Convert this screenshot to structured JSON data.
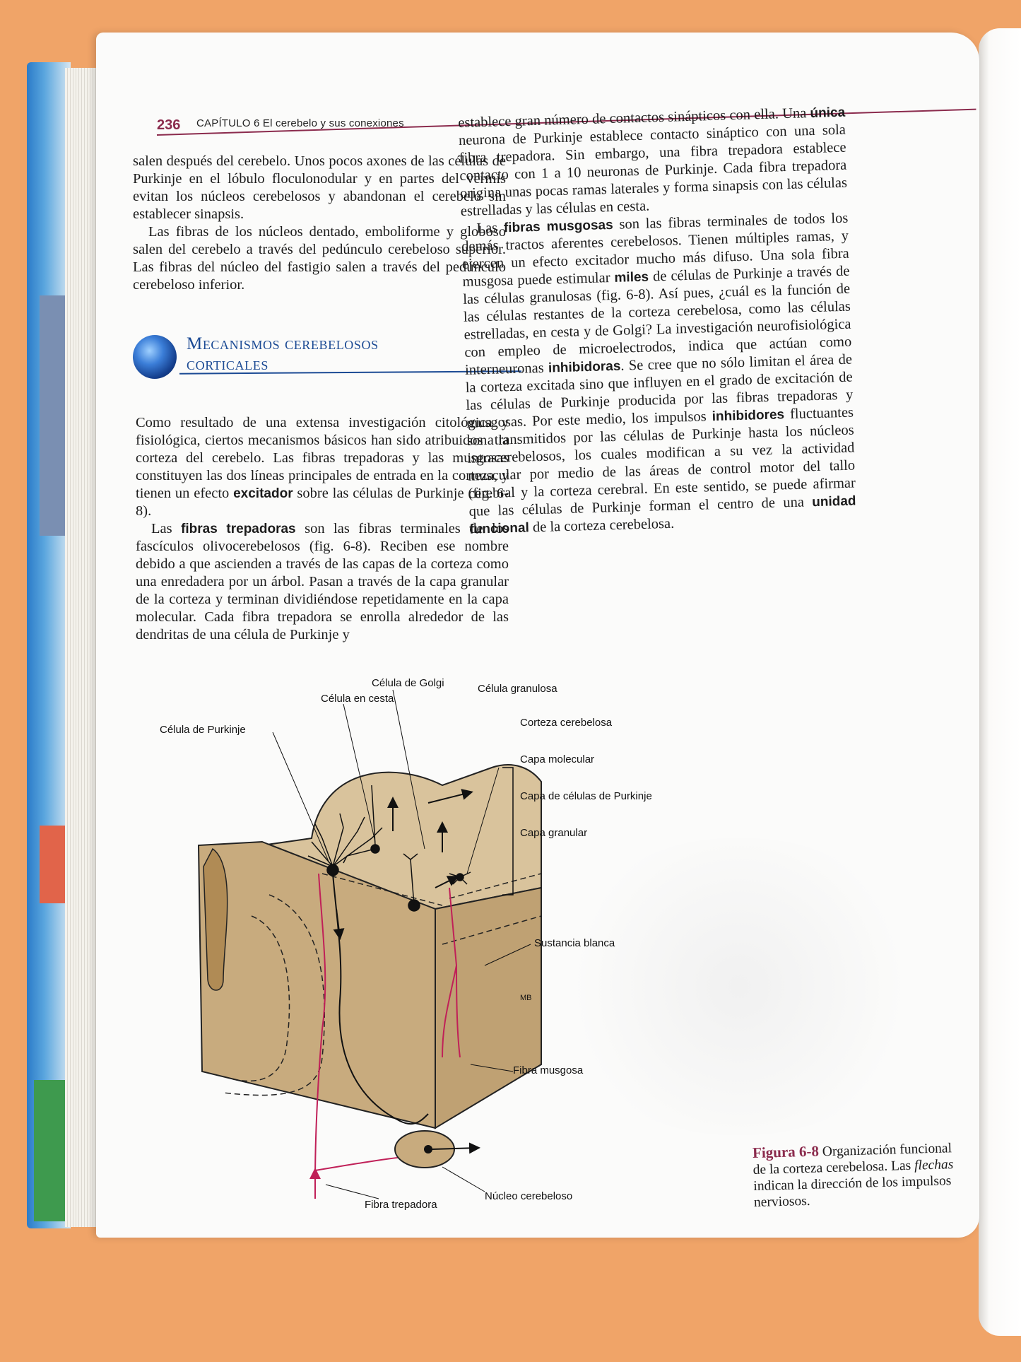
{
  "header": {
    "page_number": "236",
    "chapter": "CAPÍTULO 6  El cerebelo y sus conexiones"
  },
  "left_column": {
    "p1": "salen después del cerebelo. Unos pocos axones de las células de Purkinje en el lóbulo floculonodular y en partes del vermis evitan los núcleos cerebelosos y abandonan el cerebelo sin establecer sinapsis.",
    "p2": "Las fibras de los núcleos dentado, emboliforme y globoso salen del cerebelo a través del pedúnculo cerebeloso superior. Las fibras del núcleo del fastigio salen a través del pedúnculo cerebeloso inferior."
  },
  "section": {
    "title_line1": "Mecanismos cerebelosos",
    "title_line2": "corticales"
  },
  "left_column2": {
    "p3_a": "Como resultado de una extensa investigación citológica y fisiológica, ciertos mecanismos básicos han sido atribuidos a la corteza del cerebelo. Las fibras trepadoras y las musgosas constituyen las dos líneas principales de entrada en la corteza, y tienen un efecto ",
    "p3_bold": "excitador",
    "p3_b": " sobre las células de Purkinje (fig. 6-8).",
    "p4_a": "Las ",
    "p4_bold": "fibras trepadoras",
    "p4_b": " son las fibras terminales de los fascículos olivocerebelosos (fig. 6-8). Reciben ese nombre debido a que ascienden a través de las capas de la corteza como una enredadera por un árbol. Pasan a través de la capa granular de la corteza y terminan dividiéndose repetidamente en la capa molecular. Cada fibra trepadora se enrolla alrededor de las dendritas de una célula de Purkinje y"
  },
  "right_column": {
    "p1_a": "establece gran número de contactos sinápticos con ella. Una ",
    "p1_bold": "única",
    "p1_b": " neurona de Purkinje establece contacto sináptico con una sola fibra trepadora. Sin embargo, una fibra trepadora establece contacto con 1 a 10 neuronas de Purkinje. Cada fibra trepadora origina unas pocas ramas laterales y forma sinapsis con las células estrelladas y las células en cesta.",
    "p2_a": "Las ",
    "p2_bold": "fibras musgosas",
    "p2_b": " son las fibras terminales de todos los demás tractos aferentes cerebelosos. Tienen múltiples ramas, y ejercen un efecto excitador mucho más difuso. Una sola fibra musgosa puede estimular ",
    "p2_bold2": "miles",
    "p2_c": " de células de Purkinje a través de las células granulosas (fig. 6-8). Así pues, ¿cuál es la función de las células restantes de la corteza cerebelosa, como las células estrelladas, en cesta y de Golgi? La investigación neurofisiológica con empleo de microelectrodos, indica que actúan como interneuronas ",
    "p2_bold3": "inhibidoras",
    "p2_d": ". Se cree que no sólo limitan el área de la corteza excitada sino que influyen en el grado de excitación de las células de Purkinje producida por las fibras trepadoras y musgosas. Por este medio, los impulsos ",
    "p2_bold4": "inhibidores",
    "p2_e": " fluctuantes son transmitidos por las células de Purkinje hasta los núcleos intracerebelosos, los cuales modifican a su vez la actividad muscular por medio de las áreas de control motor del tallo cerebral y la corteza cerebral. En este sentido, se puede afirmar que las células de Purkinje forman el centro de una ",
    "p2_bold5": "unidad funcional",
    "p2_f": " de la corteza cerebelosa."
  },
  "figure": {
    "labels": {
      "golgi": "Célula de Golgi",
      "granulosa": "Célula granulosa",
      "cesta": "Célula en cesta",
      "corteza": "Corteza cerebelosa",
      "purkinje_cell": "Célula de Purkinje",
      "molecular": "Capa molecular",
      "purkinje_layer": "Capa de células de Purkinje",
      "granular": "Capa granular",
      "sustancia": "Sustancia blanca",
      "musgosa": "Fibra musgosa",
      "nucleo": "Núcleo cerebeloso",
      "trepadora": "Fibra trepadora",
      "signature": "MB"
    },
    "caption_label": "Figura 6-8",
    "caption_text": " Organización funcional de la corteza cerebelosa. Las ",
    "caption_italic": "flechas",
    "caption_text2": " indican la dirección de los impulsos nerviosos."
  },
  "colors": {
    "accent": "#8b2b4d",
    "heading_blue": "#1b4a94",
    "block_tan": "#c8ab7e",
    "fiber_pink": "#c02058"
  }
}
